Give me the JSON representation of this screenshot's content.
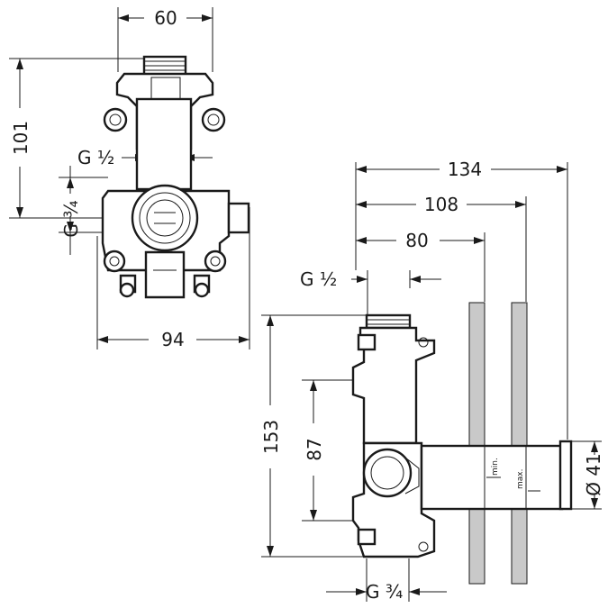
{
  "front_view": {
    "dim_width_top": "60",
    "dim_height": "101",
    "dim_thread_side": "G ½",
    "dim_thread_left": "G ¾",
    "dim_width_bottom": "94"
  },
  "side_view": {
    "dim_depth_total": "134",
    "dim_depth_mid": "108",
    "dim_depth_short": "80",
    "dim_thread_top": "G ½",
    "dim_height_total": "153",
    "dim_height_lower": "87",
    "dim_diameter": "Ø 41",
    "label_min": "min.",
    "label_max": "max.",
    "dim_thread_bottom": "G ¾"
  }
}
